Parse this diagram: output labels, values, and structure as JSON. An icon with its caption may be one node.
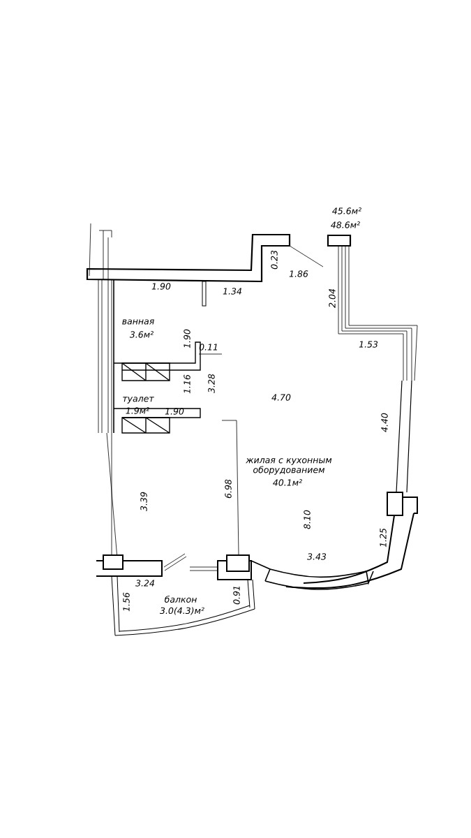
{
  "diagram": {
    "labels": [
      "45.6м²",
      "48.6м²",
      "0.23",
      "1.86",
      "1.90",
      "1.34",
      "2.04",
      "ванная",
      "3.6м²",
      "1.90",
      "0.11",
      "1.53",
      "1.16",
      "3.28",
      "4.70",
      "туалет",
      "1.9м²",
      "1.90",
      "4.40",
      "жилая с кухонным оборудованием",
      "40.1м²",
      "3.39",
      "6.98",
      "8.10",
      "1.25",
      "3.43",
      "3.24",
      "0.91",
      "1.56",
      "балкон",
      "3.0(4.3)м²"
    ]
  }
}
